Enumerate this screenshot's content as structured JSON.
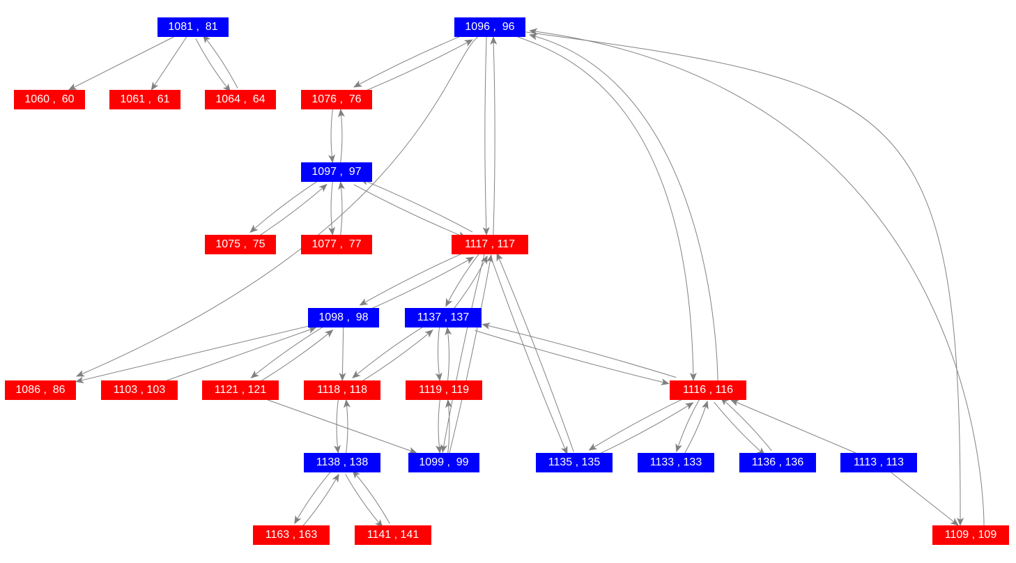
{
  "colors": {
    "blue_node": "#0000ff",
    "red_node": "#ff0000",
    "edge": "#808080"
  },
  "nodes": [
    {
      "id": "1081",
      "label": "1081 ,  81",
      "type": "blue"
    },
    {
      "id": "1096",
      "label": "1096 ,  96",
      "type": "blue"
    },
    {
      "id": "1060",
      "label": "1060 ,  60",
      "type": "red"
    },
    {
      "id": "1061",
      "label": "1061 ,  61",
      "type": "red"
    },
    {
      "id": "1064",
      "label": "1064 ,  64",
      "type": "red"
    },
    {
      "id": "1076",
      "label": "1076 ,  76",
      "type": "red"
    },
    {
      "id": "1097",
      "label": "1097 ,  97",
      "type": "blue"
    },
    {
      "id": "1075",
      "label": "1075 ,  75",
      "type": "red"
    },
    {
      "id": "1077",
      "label": "1077 ,  77",
      "type": "red"
    },
    {
      "id": "1117",
      "label": "1117 , 117",
      "type": "red"
    },
    {
      "id": "1098",
      "label": "1098 ,  98",
      "type": "blue"
    },
    {
      "id": "1137",
      "label": "1137 , 137",
      "type": "blue"
    },
    {
      "id": "1086",
      "label": "1086 ,  86",
      "type": "red"
    },
    {
      "id": "1103",
      "label": "1103 , 103",
      "type": "red"
    },
    {
      "id": "1121",
      "label": "1121 , 121",
      "type": "red"
    },
    {
      "id": "1118",
      "label": "1118 , 118",
      "type": "red"
    },
    {
      "id": "1119",
      "label": "1119 , 119",
      "type": "red"
    },
    {
      "id": "1116",
      "label": "1116 , 116",
      "type": "red"
    },
    {
      "id": "1138",
      "label": "1138 , 138",
      "type": "blue"
    },
    {
      "id": "1099",
      "label": "1099 ,  99",
      "type": "blue"
    },
    {
      "id": "1135",
      "label": "1135 , 135",
      "type": "blue"
    },
    {
      "id": "1133",
      "label": "1133 , 133",
      "type": "blue"
    },
    {
      "id": "1136",
      "label": "1136 , 136",
      "type": "blue"
    },
    {
      "id": "1113",
      "label": "1113 , 113",
      "type": "blue"
    },
    {
      "id": "1163",
      "label": "1163 , 163",
      "type": "red"
    },
    {
      "id": "1141",
      "label": "1141 , 141",
      "type": "red"
    },
    {
      "id": "1109",
      "label": "1109 , 109",
      "type": "red"
    }
  ],
  "edges": [
    [
      "1081",
      "1060"
    ],
    [
      "1081",
      "1061"
    ],
    [
      "1081",
      "1064"
    ],
    [
      "1064",
      "1081"
    ],
    [
      "1096",
      "1076"
    ],
    [
      "1076",
      "1096"
    ],
    [
      "1076",
      "1097"
    ],
    [
      "1097",
      "1076"
    ],
    [
      "1097",
      "1075"
    ],
    [
      "1075",
      "1097"
    ],
    [
      "1097",
      "1077"
    ],
    [
      "1077",
      "1097"
    ],
    [
      "1097",
      "1117"
    ],
    [
      "1117",
      "1097"
    ],
    [
      "1096",
      "1117"
    ],
    [
      "1117",
      "1096"
    ],
    [
      "1096",
      "1086"
    ],
    [
      "1096",
      "1116"
    ],
    [
      "1116",
      "1096"
    ],
    [
      "1096",
      "1109"
    ],
    [
      "1109",
      "1096"
    ],
    [
      "1117",
      "1098"
    ],
    [
      "1098",
      "1117"
    ],
    [
      "1117",
      "1137"
    ],
    [
      "1137",
      "1117"
    ],
    [
      "1117",
      "1099"
    ],
    [
      "1099",
      "1117"
    ],
    [
      "1117",
      "1135"
    ],
    [
      "1135",
      "1117"
    ],
    [
      "1098",
      "1086"
    ],
    [
      "1103",
      "1098"
    ],
    [
      "1098",
      "1121"
    ],
    [
      "1121",
      "1098"
    ],
    [
      "1098",
      "1118"
    ],
    [
      "1137",
      "1118"
    ],
    [
      "1118",
      "1137"
    ],
    [
      "1137",
      "1119"
    ],
    [
      "1119",
      "1137"
    ],
    [
      "1116",
      "1137"
    ],
    [
      "1137",
      "1116"
    ],
    [
      "1119",
      "1099"
    ],
    [
      "1099",
      "1119"
    ],
    [
      "1121",
      "1099"
    ],
    [
      "1118",
      "1138"
    ],
    [
      "1138",
      "1118"
    ],
    [
      "1138",
      "1163"
    ],
    [
      "1163",
      "1138"
    ],
    [
      "1138",
      "1141"
    ],
    [
      "1141",
      "1138"
    ],
    [
      "1116",
      "1135"
    ],
    [
      "1135",
      "1116"
    ],
    [
      "1116",
      "1133"
    ],
    [
      "1133",
      "1116"
    ],
    [
      "1116",
      "1136"
    ],
    [
      "1136",
      "1116"
    ],
    [
      "1113",
      "1116"
    ],
    [
      "1113",
      "1109"
    ]
  ]
}
